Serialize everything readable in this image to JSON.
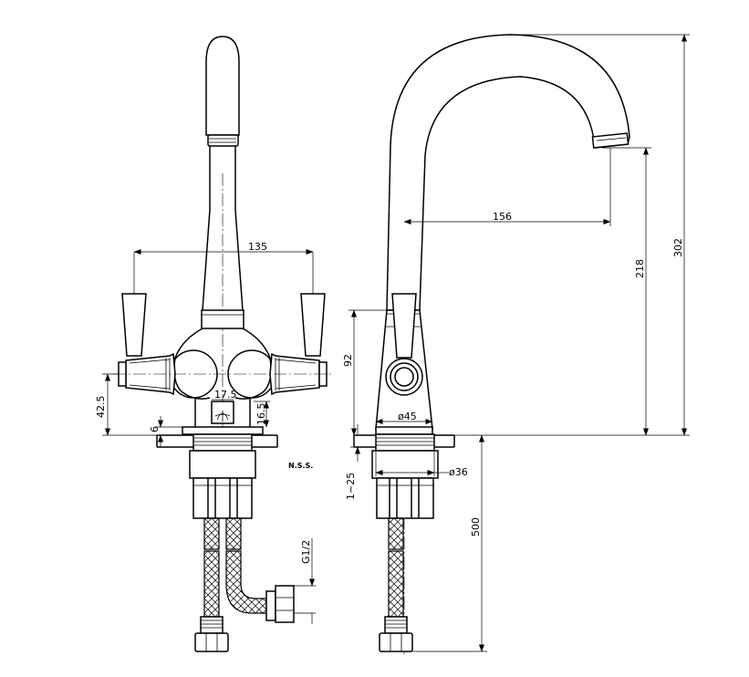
{
  "dimensions": {
    "handle_span": "135",
    "base_height": "42.5",
    "base_thickness": "6",
    "base_width_front": "17.5",
    "base_height_front": "16.5",
    "spout_reach": "156",
    "spout_height": "218",
    "total_height": "302",
    "handle_height": "92",
    "base_diameter": "ø45",
    "shank_diameter": "ø36",
    "counter_thickness": "1~25",
    "hose_length": "500",
    "thread": "G1/2"
  },
  "logo": "N.S.S."
}
